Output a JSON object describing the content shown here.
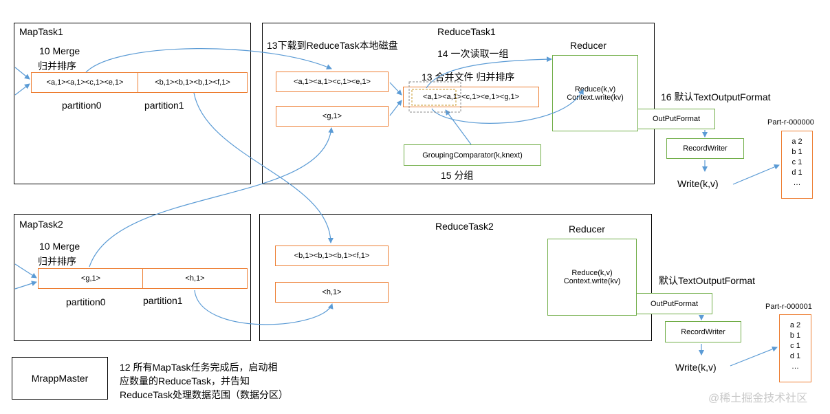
{
  "maptask1": {
    "title": "MapTask1",
    "merge_label": "10 Merge",
    "sort_label": "归并排序",
    "partition0_content": "<a,1><a,1><c,1><e,1>",
    "partition1_content": "<b,1><b,1><b,1><f,1>",
    "partition0_label": "partition0",
    "partition1_label": "partition1"
  },
  "maptask2": {
    "title": "MapTask2",
    "merge_label": "10 Merge",
    "sort_label": "归并排序",
    "partition0_content": "<g,1>",
    "partition1_content": "<h,1>",
    "partition0_label": "partition0",
    "partition1_label": "partition1"
  },
  "reducetask1": {
    "title": "ReduceTask1",
    "download_label": "13下载到ReduceTask本地磁盘",
    "read_label": "14 一次读取一组",
    "merge_label": "13 合并文件 归并排序",
    "file1": "<a,1><a,1><c,1><e,1>",
    "file2": "<g,1>",
    "merged": "<a,1><a,1><c,1><e,1><g,1>",
    "grouping": "GroupingComparator(k,knext)",
    "group_label": "15 分组",
    "reducer_title": "Reducer",
    "reduce_line1": "Reduce(k,v)",
    "reduce_line2": "Context.write(kv)"
  },
  "reducetask2": {
    "title": "ReduceTask2",
    "file1": "<b,1><b,1><b,1><f,1>",
    "file2": "<h,1>",
    "reducer_title": "Reducer",
    "reduce_line1": "Reduce(k,v)",
    "reduce_line2": "Context.write(kv)"
  },
  "output1": {
    "format_label": "16 默认TextOutputFormat",
    "outputformat": "OutPutFormat",
    "recordwriter": "RecordWriter",
    "write": "Write(k,v)",
    "file_name": "Part-r-000000",
    "file_lines": [
      "a 2",
      "b 1",
      "c 1",
      "d 1",
      "…"
    ]
  },
  "output2": {
    "format_label": "默认TextOutputFormat",
    "outputformat": "OutPutFormat",
    "recordwriter": "RecordWriter",
    "write": "Write(k,v)",
    "file_name": "Part-r-000001",
    "file_lines": [
      "a 2",
      "b 1",
      "c 1",
      "d 1",
      "…"
    ]
  },
  "master": {
    "title": "MrappMaster",
    "note_line1": "12 所有MapTask任务完成后，启动相",
    "note_line2": "应数量的ReduceTask，并告知",
    "note_line3": "ReduceTask处理数据范围（数据分区）"
  },
  "watermark": "@稀土掘金技术社区",
  "colors": {
    "orange": "#ed7d31",
    "green": "#70ad47",
    "arrow": "#5b9bd5"
  }
}
